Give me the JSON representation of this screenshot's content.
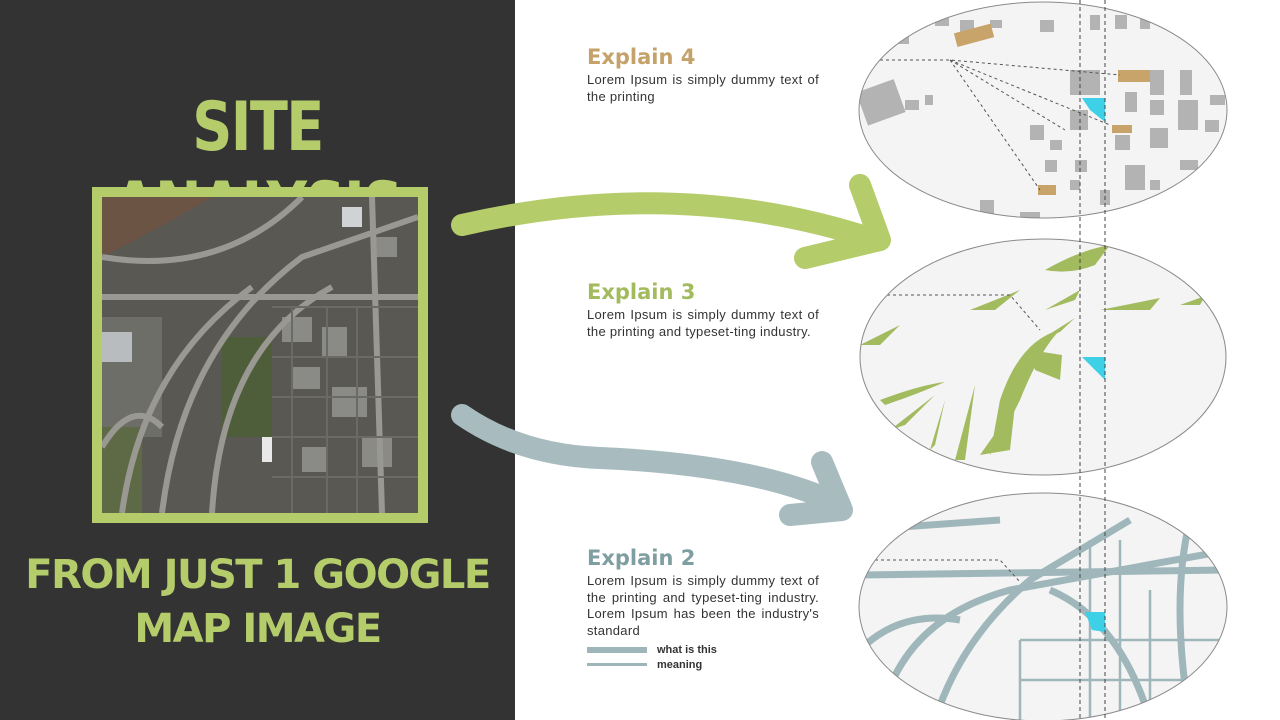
{
  "title": "SITE ANALYSIS",
  "subtitle": "FROM JUST 1 GOOGLE MAP IMAGE",
  "colors": {
    "background_left": "#333333",
    "accent_green": "#b5cc6a",
    "tan": "#c4a26a",
    "slate": "#7f9ea1",
    "cyan": "#3ed0e6",
    "building_gray": "#b3b3b3"
  },
  "explains": [
    {
      "heading": "Explain 4",
      "text": "Lorem Ipsum is simply dummy text of the printing",
      "color": "#c4a26a"
    },
    {
      "heading": "Explain 3",
      "text": "Lorem Ipsum is simply dummy text of the printing and typeset-ting industry.",
      "color": "#a3bb5f"
    },
    {
      "heading": "Explain 2",
      "text": "Lorem Ipsum is simply dummy text of the printing and typeset-ting industry. Lorem Ipsum has been the industry's standard",
      "color": "#7f9ea1"
    }
  ],
  "legend": [
    {
      "label": "what is this"
    },
    {
      "label": "meaning"
    }
  ]
}
